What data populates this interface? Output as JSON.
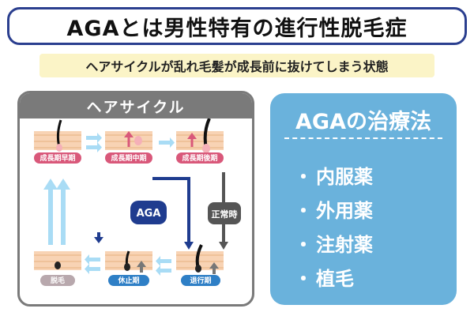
{
  "title": "AGAとは男性特有の進行性脱毛症",
  "subtitle": "ヘアサイクルが乱れ毛髪が成長前に抜けてしまう状態",
  "cycle": {
    "header": "ヘアサイクル",
    "stages": [
      {
        "label": "成長期早期"
      },
      {
        "label": "成長期中期"
      },
      {
        "label": "成長期後期"
      },
      {
        "label": "脱毛"
      },
      {
        "label": "休止期"
      },
      {
        "label": "退行期"
      }
    ],
    "aga_label": "AGA",
    "normal_label": "正常時"
  },
  "treatments": {
    "title": "AGAの治療法",
    "bullet": "・",
    "items": [
      "内服薬",
      "外用薬",
      "注射薬",
      "植毛"
    ]
  },
  "colors": {
    "title_border": "#2b3f8f",
    "subtitle_bg": "#fbf4c7",
    "panel_gray": "#7a7a7a",
    "treatment_bg": "#6ab2dc",
    "aga_navy": "#1f3c8f",
    "light_blue_arrow": "#a9dcf5",
    "stage_pink": "#d9587a",
    "stage_blue": "#2e7fc6",
    "skin": "#f8d3b4",
    "skin_dark": "#efc29a"
  }
}
